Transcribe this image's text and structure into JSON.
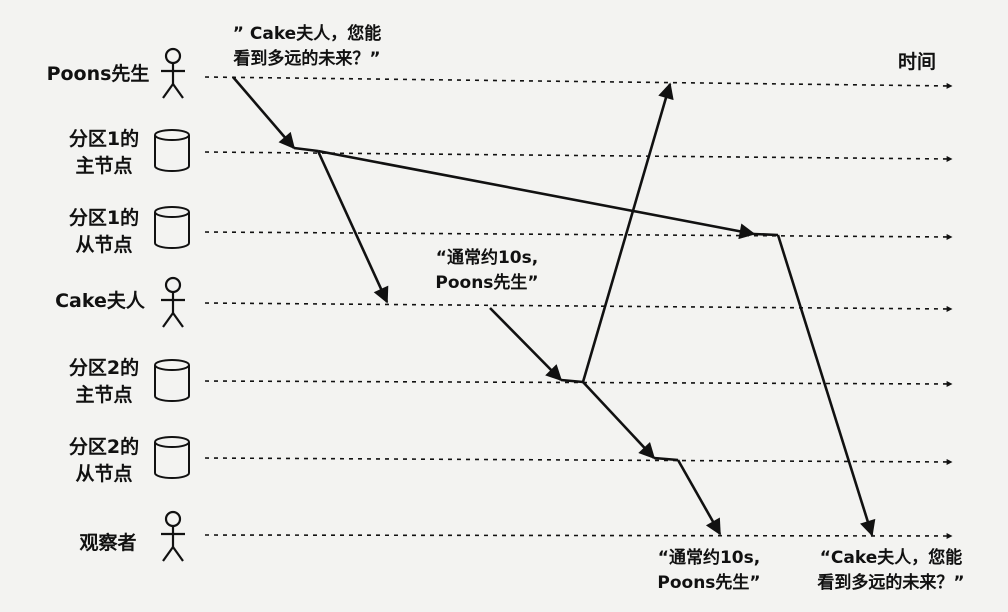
{
  "time_label": "时间",
  "participants": [
    {
      "id": "poons",
      "kind": "person",
      "label_lines": [
        "Poons先生"
      ]
    },
    {
      "id": "p1-leader",
      "kind": "db",
      "label_lines": [
        "分区1的",
        "主节点"
      ]
    },
    {
      "id": "p1-follower",
      "kind": "db",
      "label_lines": [
        "分区1的",
        "从节点"
      ]
    },
    {
      "id": "cake",
      "kind": "person",
      "label_lines": [
        "Cake夫人"
      ]
    },
    {
      "id": "p2-leader",
      "kind": "db",
      "label_lines": [
        "分区2的",
        "主节点"
      ]
    },
    {
      "id": "p2-follower",
      "kind": "db",
      "label_lines": [
        "分区2的",
        "从节点"
      ]
    },
    {
      "id": "observer",
      "kind": "person",
      "label_lines": [
        "观察者"
      ]
    }
  ],
  "quotes": {
    "poons_question": [
      "” Cake夫人，您能",
      "看到多远的未来？”"
    ],
    "cake_answer": [
      "“通常约10s,",
      "Poons先生”"
    ],
    "observer_answer": [
      "“通常约10s,",
      "Poons先生”"
    ],
    "observer_question": [
      "“Cake夫人，您能",
      "看到多远的未来？”"
    ]
  },
  "colors": {
    "ink": "#111111",
    "background": "#f3f3f1"
  }
}
